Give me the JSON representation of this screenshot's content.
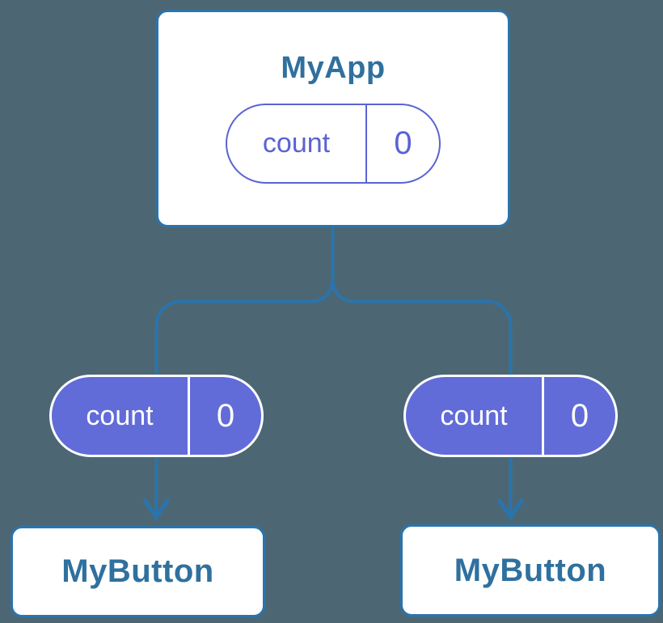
{
  "colors": {
    "background": "#4C6773",
    "connector": "#2A74AD",
    "box_border": "#2B74AD",
    "box_fill": "#FFFFFF",
    "heading_text": "#2F709E",
    "pill_purple": "#626CD8",
    "pill_outline": "#5A63D3",
    "pill_text_light": "#FFFFFF"
  },
  "tree": {
    "root": {
      "title": "MyApp",
      "state": {
        "name": "count",
        "value": "0"
      }
    },
    "children": [
      {
        "title": "MyButton",
        "state": {
          "name": "count",
          "value": "0"
        }
      },
      {
        "title": "MyButton",
        "state": {
          "name": "count",
          "value": "0"
        }
      }
    ]
  }
}
